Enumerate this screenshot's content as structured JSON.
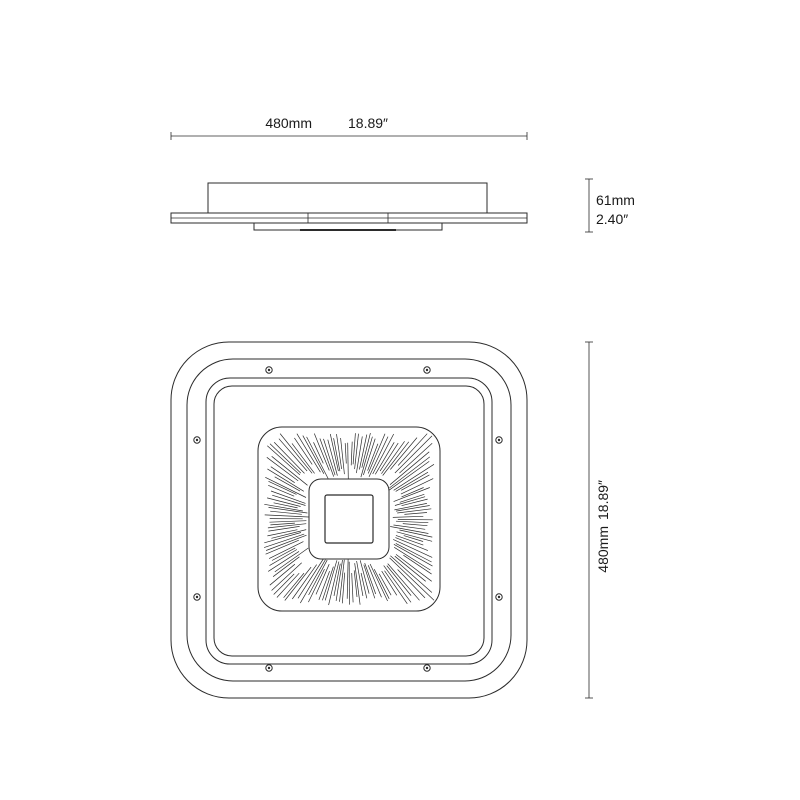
{
  "dimensions": {
    "width": {
      "metric": "480mm",
      "imperial": "18.89″"
    },
    "height": {
      "metric": "61mm",
      "imperial": "2.40″"
    },
    "depth": {
      "metric": "480mm",
      "imperial": "18.89″"
    }
  },
  "colors": {
    "line": "#2b2b2b",
    "text": "#1a1a1a",
    "background": "#ffffff"
  }
}
